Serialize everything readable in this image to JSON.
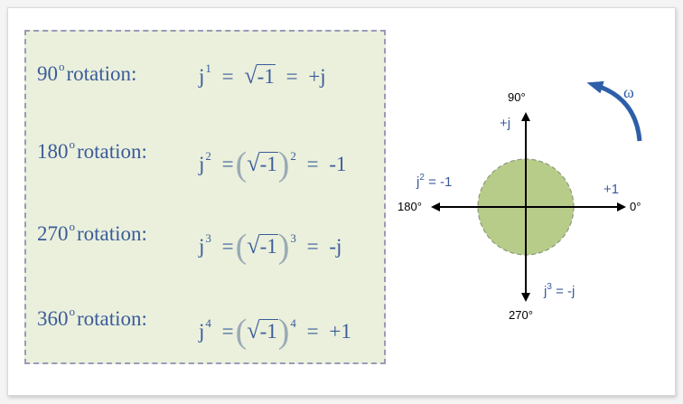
{
  "equations": [
    {
      "angle": "90",
      "degree_mark": "o",
      "word": "rotation:",
      "base": "j",
      "power": "1",
      "form": "plain",
      "radicand": "-1",
      "result": "+j"
    },
    {
      "angle": "180",
      "degree_mark": "o",
      "word": "rotation:",
      "base": "j",
      "power": "2",
      "form": "paren",
      "radicand": "-1",
      "outer_power": "2",
      "result": "-1"
    },
    {
      "angle": "270",
      "degree_mark": "o",
      "word": "rotation:",
      "base": "j",
      "power": "3",
      "form": "paren",
      "radicand": "-1",
      "outer_power": "3",
      "result": "-j"
    },
    {
      "angle": "360",
      "degree_mark": "o",
      "word": "rotation:",
      "base": "j",
      "power": "4",
      "form": "paren",
      "radicand": "-1",
      "outer_power": "4",
      "result": "+1"
    }
  ],
  "phasor": {
    "omega": "ω",
    "angle_top": "90°",
    "angle_right": "0°",
    "angle_left": "180°",
    "angle_bottom": "270°",
    "label_top": "+j",
    "label_right": "+1",
    "label_left_base": "j",
    "label_left_power": "2",
    "label_left_value": " = -1",
    "label_bottom_base": "j",
    "label_bottom_power": "3",
    "label_bottom_value": " = -j"
  },
  "colors": {
    "panel_fill": "#eaf0dc",
    "panel_border": "#9a9ab8",
    "text_blue": "#3b5b9a",
    "circle_fill": "#b8cc8a",
    "circle_border": "#8a9a7a",
    "arc_blue": "#2e5ea8",
    "axis": "#000000"
  },
  "icons": {
    "rotation": "curved-arrow-icon",
    "axes": "arrow-heads"
  }
}
